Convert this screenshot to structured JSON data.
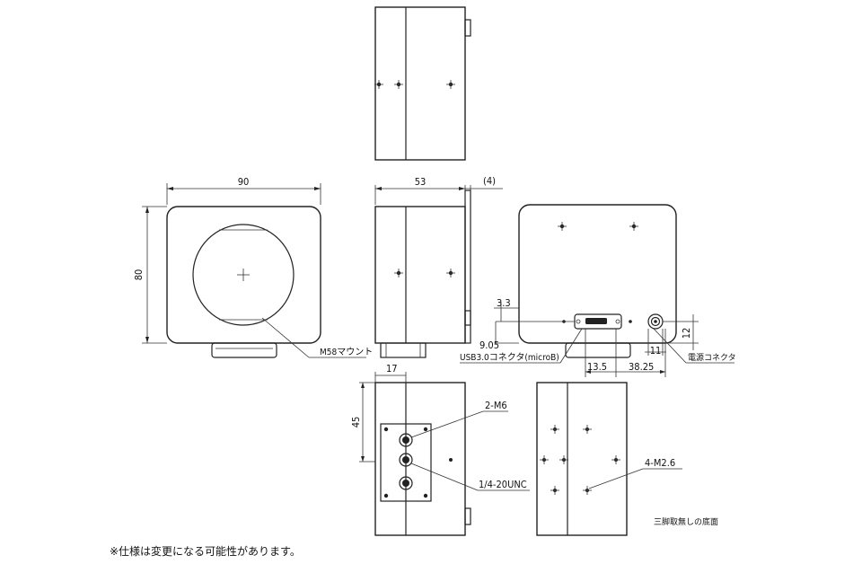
{
  "dimensions": {
    "front_width": "90",
    "front_height": "80",
    "side_depth": "53",
    "side_protrusion": "(4)",
    "rear_3_3": "3.3",
    "rear_9_05": "9.05",
    "rear_13_5": "13.5",
    "rear_38_25": "38.25",
    "rear_11": "11",
    "rear_12": "12",
    "bottom_17": "17",
    "bottom_45": "45"
  },
  "callouts": {
    "mount": "M58マウント",
    "usb": "USB3.0コネクタ(microB)",
    "power": "電源コネクタ",
    "m6": "2-M6",
    "unc": "1/4-20UNC",
    "m26": "4-M2.6",
    "no_tripod": "三脚取無しの底面"
  },
  "footnote": "※仕様は変更になる可能性があります。"
}
